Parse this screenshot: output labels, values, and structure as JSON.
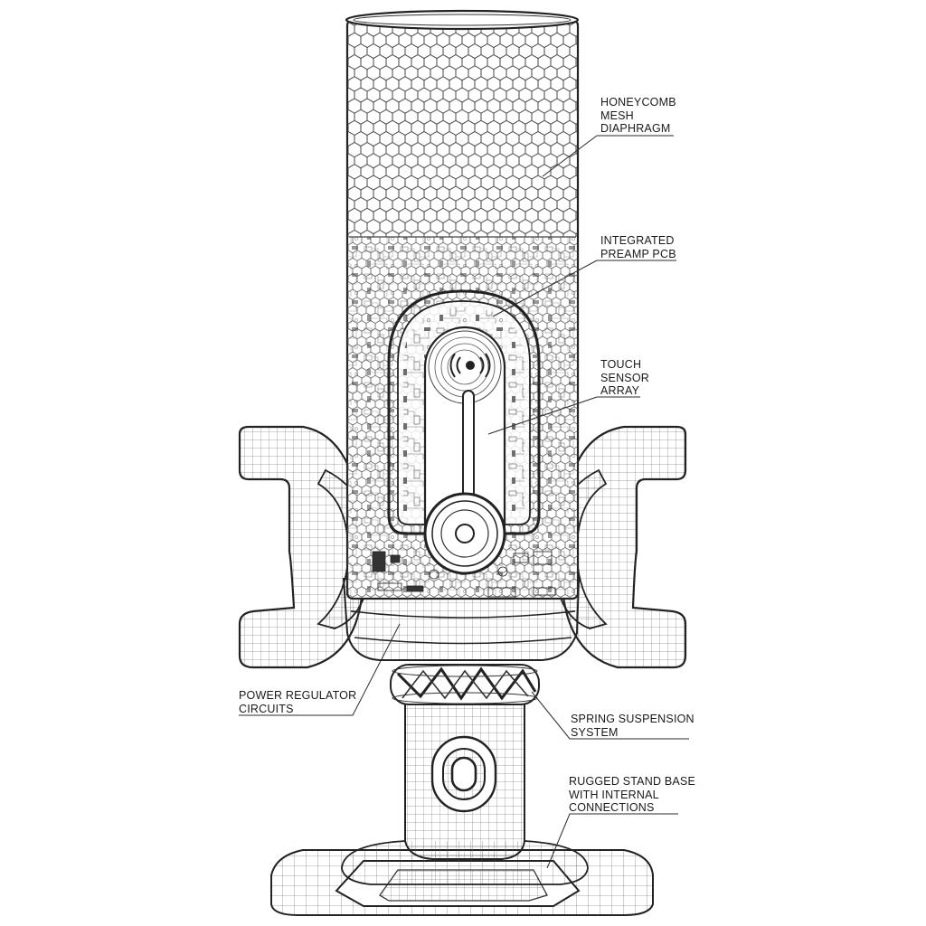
{
  "colors": {
    "ink": "#1a1a1a",
    "line": "#2b2b2b",
    "background": "#ffffff"
  },
  "labels": {
    "mesh": [
      "HONEYCOMB",
      "MESH",
      "DIAPHRAGM"
    ],
    "pcb": [
      "INTEGRATED",
      "PREAMP PCB"
    ],
    "touch": [
      "TOUCH",
      "SENSOR",
      "ARRAY"
    ],
    "power": [
      "POWER REGULATOR",
      "CIRCUITS"
    ],
    "spring": [
      "SPRING SUSPENSION",
      "SYSTEM"
    ],
    "base": [
      "RUGGED STAND BASE",
      "WITH INTERNAL",
      "CONNECTIONS"
    ]
  }
}
